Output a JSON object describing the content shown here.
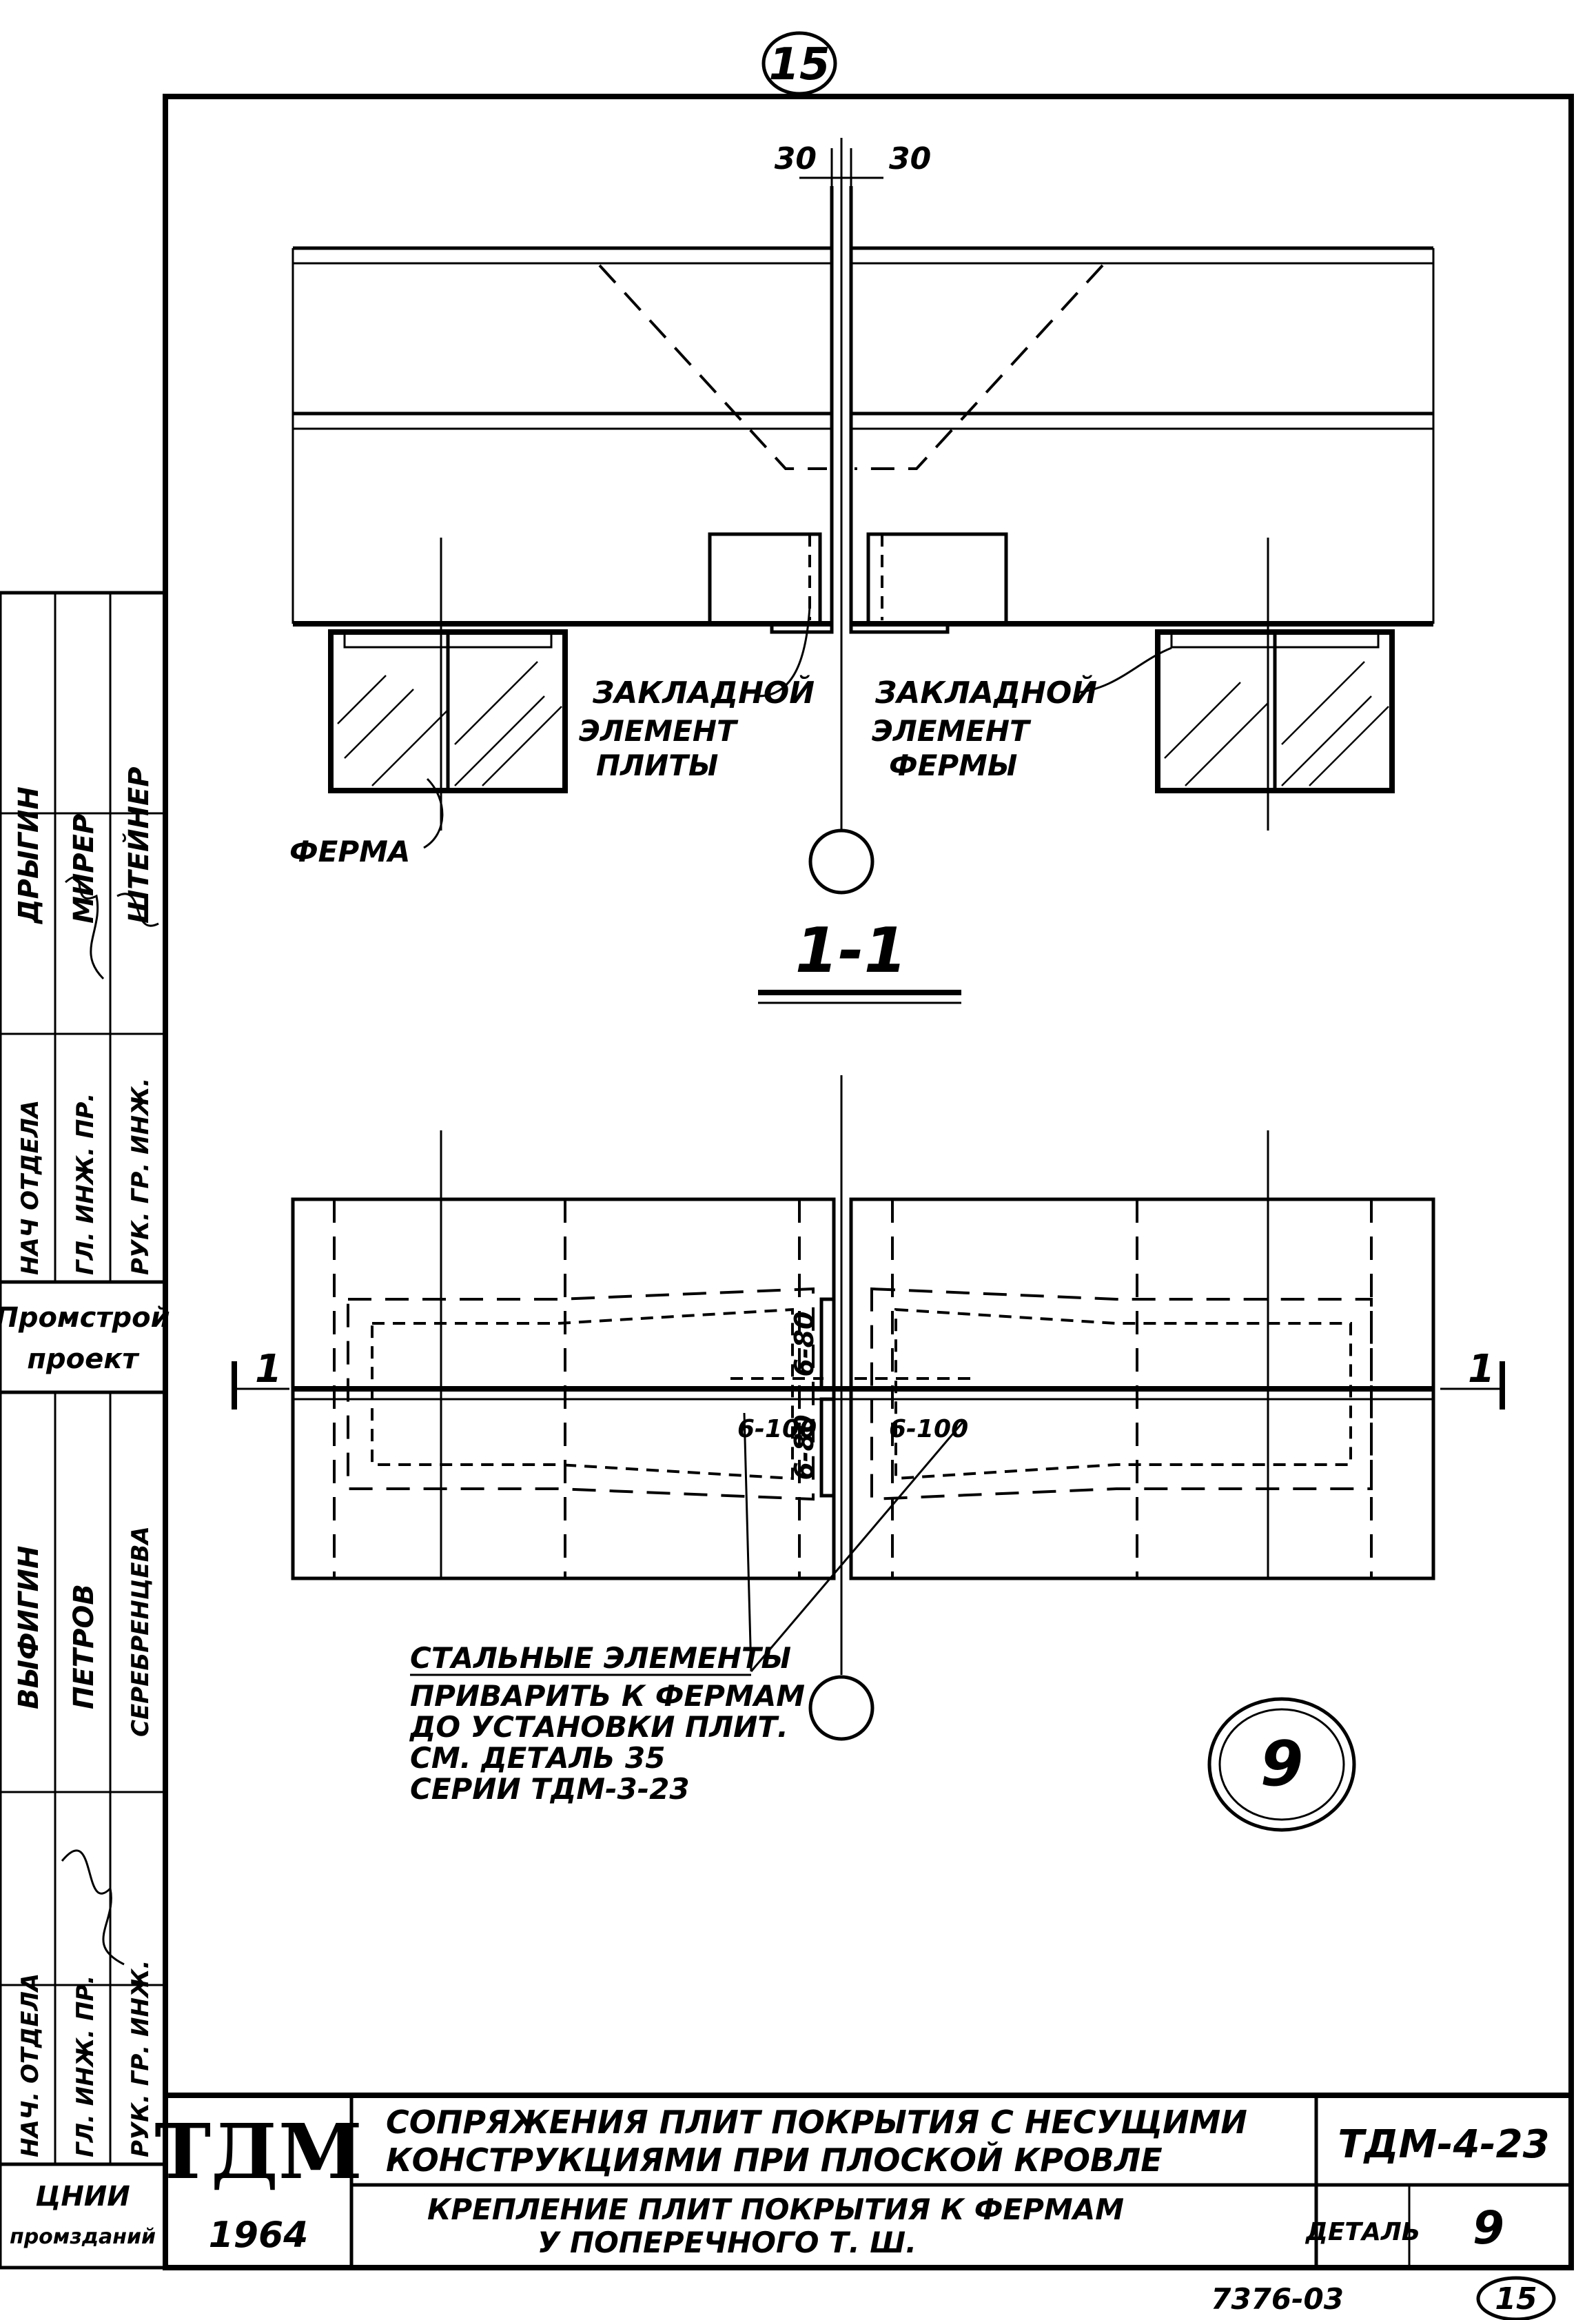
{
  "sheet_number": "15",
  "dimensions": {
    "left": "30",
    "right": "30"
  },
  "section": {
    "embed_slab_line1": "ЗАКЛАДНОЙ",
    "embed_slab_line2": "ЭЛЕМЕНТ",
    "embed_slab_line3": "ПЛИТЫ",
    "embed_truss_line1": "ЗАКЛАДНОЙ",
    "embed_truss_line2": "ЭЛЕМЕНТ",
    "embed_truss_line3": "ФЕРМЫ",
    "truss_label": "ФЕРМА",
    "section_title": "1-1",
    "cut_mark_left": "1",
    "cut_mark_right": "1"
  },
  "plan": {
    "weld_top": "6-80",
    "weld_bottom": "6-80",
    "weld_left": "6-100",
    "weld_right": "6-100",
    "note_lines": [
      "СТАЛЬНЫЕ ЭЛЕМЕНТЫ",
      "ПРИВАРИТЬ К ФЕРМАМ",
      "ДО УСТАНОВКИ ПЛИТ.",
      "СМ. ДЕТАЛЬ 35",
      "СЕРИИ ТДМ-3-23"
    ],
    "detail_number": "9"
  },
  "stamp_side": {
    "rows_top": [
      {
        "role": "НАЧ ОТДЕЛА",
        "name": "ДРЫГИН"
      },
      {
        "role": "ГЛ. ИНЖ. ПР.",
        "name": "МИРЕР"
      },
      {
        "role": "РУК. ГР. ИНЖ.",
        "name": "ШТЕЙНЕР"
      }
    ],
    "org_top_line1": "Промстрой",
    "org_top_line2": "проект",
    "rows_bottom": [
      {
        "role": "НАЧ. ОТДЕЛА",
        "name": "ВЫФИГИН"
      },
      {
        "role": "ГЛ. ИНЖ. ПР.",
        "name": "ПЕТРОВ"
      },
      {
        "role": "РУК. ГР. ИНЖ.",
        "name": "СЕРЕБРЕНЦЕВА"
      }
    ],
    "org_bottom_line1": "ЦНИИ",
    "org_bottom_line2": "промзданий"
  },
  "title_block": {
    "logo": "ТДМ",
    "year": "1964",
    "title_line1": "СОПРЯЖЕНИЯ ПЛИТ ПОКРЫТИЯ С НЕСУЩИМИ",
    "title_line2": "КОНСТРУКЦИЯМИ ПРИ ПЛОСКОЙ КРОВЛЕ",
    "subtitle_line1": "КРЕПЛЕНИЕ ПЛИТ ПОКРЫТИЯ К ФЕРМАМ",
    "subtitle_line2": "У ПОПЕРЕЧНОГО Т. Ш.",
    "series_code": "ТДМ-4-23",
    "detail_label": "ДЕТАЛЬ",
    "detail_number": "9"
  },
  "footer": {
    "doc_number": "7376-03",
    "sheet_number": "15"
  }
}
